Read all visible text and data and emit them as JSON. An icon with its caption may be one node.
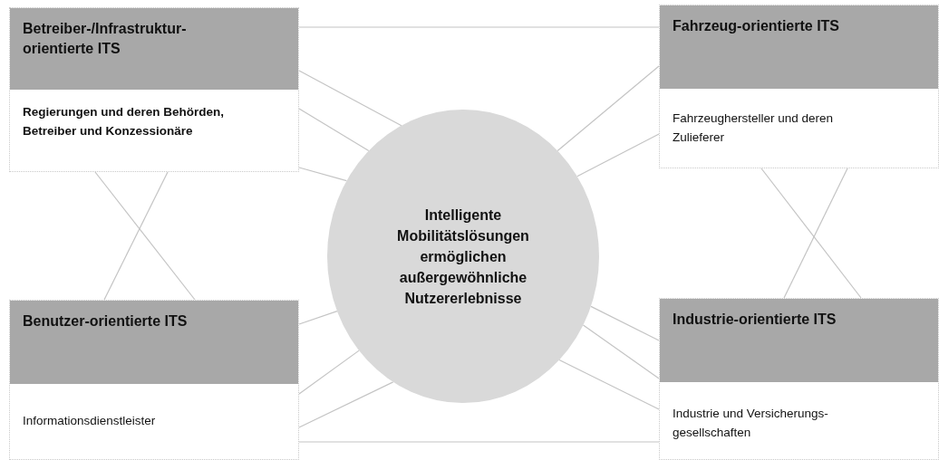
{
  "diagram": {
    "nodes": [
      {
        "text": [
          "Betreiber-/Infrastruktur-orientierte ITS",
          "Regierungen und deren Behörden, Betreiber und Konzessionäre"
        ]
      },
      {
        "text": [
          "Fahrzeug-orientierte ITS",
          "Fahrzeughersteller und deren Zulieferer"
        ]
      },
      {
        "text": [
          "Intelligente Mobilitätslösungen ermöglichen außergewöhnliche Nutzererlebnisse"
        ]
      },
      {
        "text": [
          "Benutzer-orientierte ITS",
          "Informationsdienstleister"
        ]
      },
      {
        "text": [
          "Industrie-orientierte ITS",
          "Industrie und Versicherungs-gesellschaften"
        ]
      }
    ],
    "edges": [
      {
        "from": 0,
        "to": 1,
        "arrow": "none"
      },
      {
        "from": 0,
        "to": 2,
        "arrow": "none"
      },
      {
        "from": 0,
        "to": 2,
        "arrow": "none"
      },
      {
        "from": 0,
        "to": 2,
        "arrow": "none"
      },
      {
        "from": 1,
        "to": 2,
        "arrow": "none"
      },
      {
        "from": 1,
        "to": 2,
        "arrow": "none"
      },
      {
        "from": 0,
        "to": 3,
        "arrow": "none"
      },
      {
        "from": 0,
        "to": 3,
        "arrow": "none"
      },
      {
        "from": 1,
        "to": 4,
        "arrow": "none"
      },
      {
        "from": 1,
        "to": 4,
        "arrow": "none"
      },
      {
        "from": 3,
        "to": 2,
        "arrow": "none"
      },
      {
        "from": 3,
        "to": 2,
        "arrow": "none"
      },
      {
        "from": 3,
        "to": 2,
        "arrow": "none"
      },
      {
        "from": 4,
        "to": 2,
        "arrow": "none"
      },
      {
        "from": 4,
        "to": 2,
        "arrow": "none"
      },
      {
        "from": 4,
        "to": 2,
        "arrow": "none"
      },
      {
        "from": 3,
        "to": 4,
        "arrow": "none"
      }
    ]
  }
}
